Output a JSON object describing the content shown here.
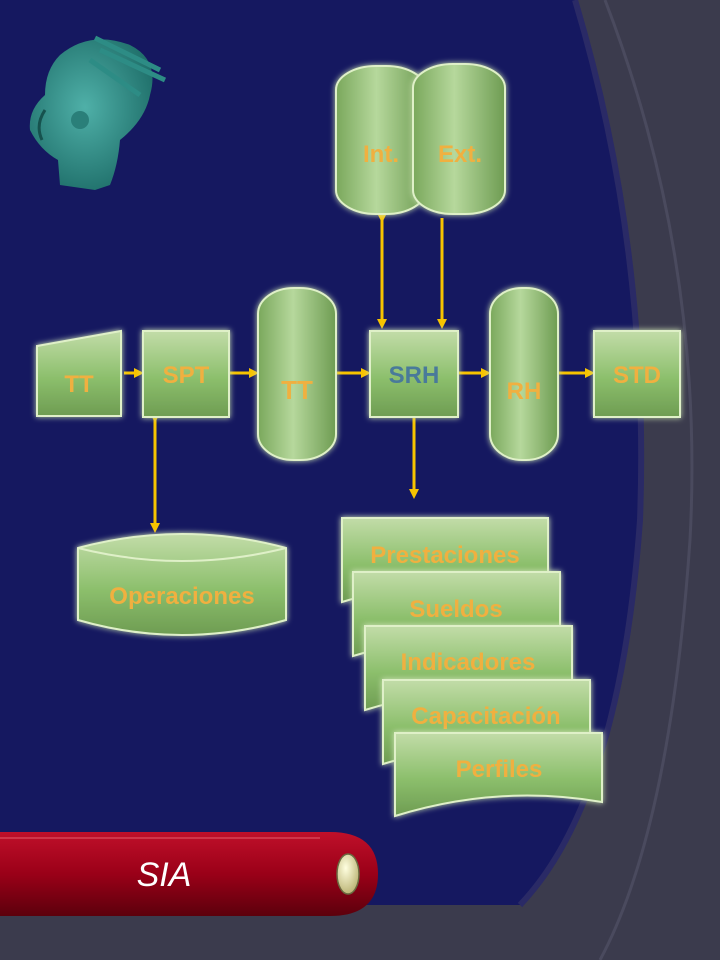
{
  "colors": {
    "background": "#151860",
    "accent": "#f4b53c",
    "node_text": "#f0b040",
    "node_text_alt": "#4a7a9a",
    "node_fill": "#8cc070",
    "arrow": "#f7c300",
    "banner": "#a0001a"
  },
  "decorative": {
    "logo_icon": "mayan-head-sculpture-icon"
  },
  "nodes": {
    "tt_input": "TT",
    "spt": "SPT",
    "tt_store": "TT",
    "srh": "SRH",
    "rh": "RH",
    "std": "STD",
    "int": "Int.",
    "ext": "Ext.",
    "operaciones": "Operaciones"
  },
  "reports": [
    "Prestaciones",
    "Sueldos",
    "Indicadores",
    "Capacitación",
    "Perfiles"
  ],
  "banner": {
    "title": "SIA"
  }
}
